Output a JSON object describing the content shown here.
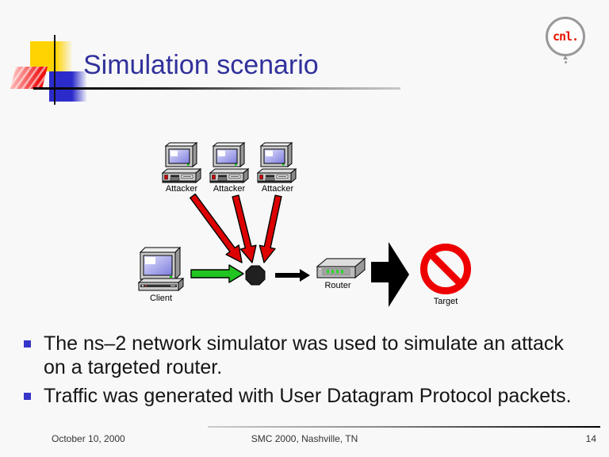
{
  "slide": {
    "title": "Simulation scenario",
    "logo_text": "cnl.",
    "footer": {
      "date": "October 10, 2000",
      "venue": "SMC 2000, Nashville, TN",
      "page": "14"
    }
  },
  "diagram": {
    "attacker_labels": [
      "Attacker",
      "Attacker",
      "Attacker"
    ],
    "client_label": "Client",
    "router_label": "Router",
    "target_label": "Target",
    "colors": {
      "attack_arrow": "#DC0000",
      "client_arrow": "#22C422",
      "flow_arrow": "#000000",
      "congestion_node": "#202020",
      "target_sign": "#EE0000"
    }
  },
  "bullets": [
    "The ns–2 network simulator was used to simulate an attack on a targeted router.",
    "Traffic was generated with User Datagram Protocol packets."
  ],
  "theme": {
    "title_color": "#31319C",
    "bullet_marker_color": "#3535C9",
    "background": "#F8F8F8"
  }
}
